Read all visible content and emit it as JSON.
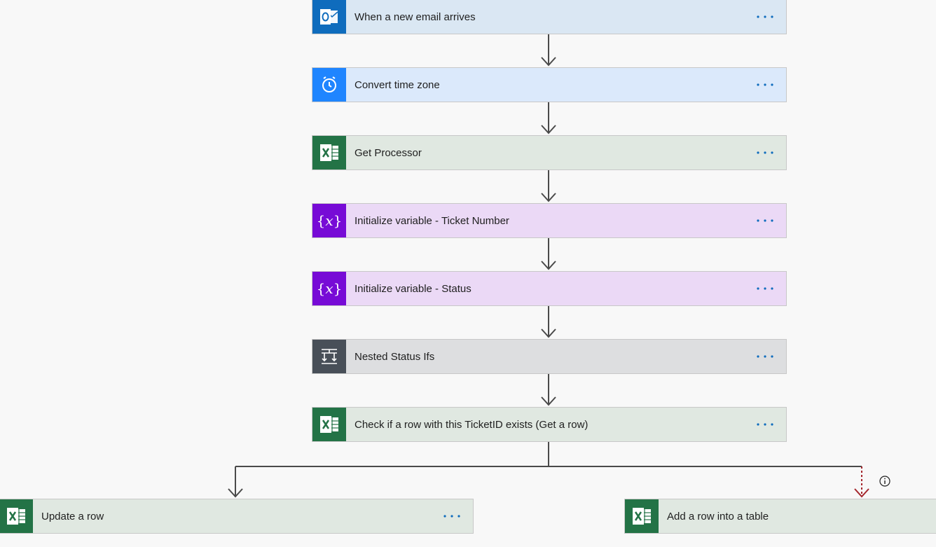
{
  "flow": {
    "steps": [
      {
        "title": "When a new email arrives",
        "icon": "outlook-icon"
      },
      {
        "title": "Convert time zone",
        "icon": "alarm-clock-icon"
      },
      {
        "title": "Get Processor",
        "icon": "excel-icon"
      },
      {
        "title": "Initialize variable - Ticket Number",
        "icon": "variable-icon"
      },
      {
        "title": "Initialize variable - Status",
        "icon": "variable-icon"
      },
      {
        "title": "Nested Status Ifs",
        "icon": "condition-icon"
      },
      {
        "title": "Check if a row with this TicketID exists (Get a row)",
        "icon": "excel-icon"
      }
    ],
    "branches": {
      "left": {
        "title": "Update a row",
        "icon": "excel-icon"
      },
      "right": {
        "title": "Add a row into a table",
        "icon": "excel-icon"
      }
    }
  },
  "colors": {
    "outlook": "#0f6cbd",
    "time": "#1f85ff",
    "excel": "#237346",
    "variable": "#770bd6",
    "condition": "#484f58",
    "connector": "#4a4a4a",
    "failure_connector": "#a4262c",
    "more_dots": "#0f6cbd"
  }
}
